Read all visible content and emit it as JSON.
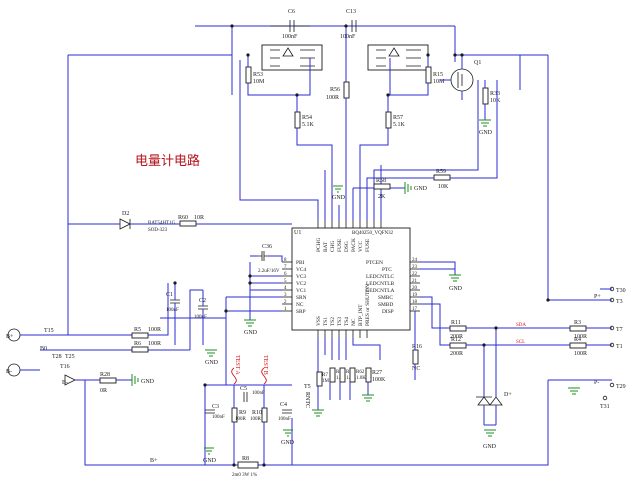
{
  "title": "电量计电路",
  "ic": {
    "ref": "U1",
    "part": "BQ40Z50_VQFN32",
    "left_pins": [
      {
        "num": "8",
        "name": "PBI"
      },
      {
        "num": "7",
        "name": "VC4"
      },
      {
        "num": "6",
        "name": "VC3"
      },
      {
        "num": "5",
        "name": "VC2"
      },
      {
        "num": "4",
        "name": "VC1"
      },
      {
        "num": "3",
        "name": "SRN"
      },
      {
        "num": "2",
        "name": "NC"
      },
      {
        "num": "1",
        "name": "SRP"
      }
    ],
    "right_pins": [
      {
        "num": "24",
        "name": "PTCEN"
      },
      {
        "num": "23",
        "name": "PTC"
      },
      {
        "num": "22",
        "name": "LEDCNTLC"
      },
      {
        "num": "21",
        "name": "LEDCNTLB"
      },
      {
        "num": "20",
        "name": "LEDCNTLA"
      },
      {
        "num": "19",
        "name": "SMBC"
      },
      {
        "num": "18",
        "name": "SMBD"
      },
      {
        "num": "17",
        "name": "DISP"
      }
    ],
    "top_pins": [
      "PCHG",
      "BAT",
      "CHG",
      "FUSE",
      "DSG",
      "PACK",
      "VCC",
      "FUSE"
    ],
    "bottom_pins": [
      "VSS",
      "TS1",
      "TS2",
      "TS3",
      "TS4",
      "NC",
      "BTP_INT",
      "PRES or SHUTDN"
    ]
  },
  "labels": {
    "c6": "C6",
    "c6_val": "100nF",
    "c13": "C13",
    "c13_val": "100nF",
    "q1": "Q1",
    "r53": "R53",
    "r53_val": "10M",
    "r15": "R15",
    "r15_val": "10M",
    "r56": "R56",
    "r56_val": "100R",
    "r33": "R33",
    "r33_val": "10K",
    "r54": "R54",
    "r54_val": "5.1K",
    "r57": "R57",
    "r57_val": "5.1K",
    "r58": "R58",
    "r58_val": "2K",
    "r59": "R59",
    "r59_val": "10K",
    "gnd": "GND",
    "d2": "D2",
    "d2_part": "BAT54HT1G",
    "d2_pkg": "SOD-323",
    "r60": "R60",
    "r60_val": "10R",
    "c36": "C36",
    "c36_val": "2.2uF/16V",
    "c1": "C1",
    "c1_val": "100nF",
    "c2": "C2",
    "c2_val": "100nF",
    "r5": "R5",
    "r5_val": "100R",
    "r6": "R6",
    "r6_val": "100R",
    "r28": "R28",
    "r28_val": "0R",
    "r9": "R9",
    "r9_val": "100R",
    "r10": "R10",
    "r10_val": "100R",
    "c3": "C3",
    "c3_val": "100nF",
    "c5": "C5",
    "c5_val": "100nF",
    "c4": "C4",
    "c4_val": "100nF",
    "r8": "R8",
    "r8_val": "2m0 3W 1%",
    "r7": "R7",
    "r7_val": "1M",
    "rntc": "RNTC",
    "r66": "R66",
    "r66_val": "1.0K",
    "r65": "R65",
    "r65_val": "1.0K",
    "r62": "R62",
    "r62_val": "1.0K",
    "r27": "R27",
    "r27_val": "100K",
    "r16": "R16",
    "r16_val": "NC",
    "r11": "R11",
    "r11_val": "200R",
    "r12": "R12",
    "r12_val": "200R",
    "r3": "R3",
    "r3_val": "100R",
    "r4": "R4",
    "r4_val": "100R",
    "t15": "T15",
    "t28": "T28",
    "t25": "T25",
    "t16": "T16",
    "t30": "T30",
    "t3": "T3",
    "t7": "T7",
    "t1": "T1",
    "t29": "T29",
    "t31": "T31",
    "t5": "T5",
    "b_plus": "B+",
    "b_minus": "B-",
    "p_plus": "P+",
    "p_minus": "P-",
    "bo": "B0",
    "sda_net": "SDA",
    "scl_net": "SCL",
    "test_a": "TEST A",
    "test_b": "TEST B",
    "d_net": "D+"
  }
}
